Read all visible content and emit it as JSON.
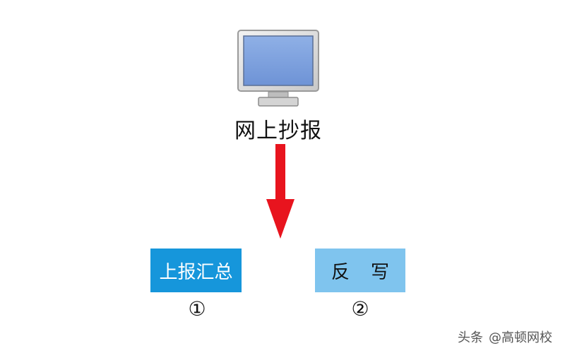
{
  "diagram": {
    "source_icon": "monitor-icon",
    "source_label": "网上抄报",
    "arrow_color": "#e8141e",
    "arrow_direction": "down",
    "options": [
      {
        "label_parts": [
          "上报汇总"
        ],
        "number": "①",
        "color": "#1696db"
      },
      {
        "label_parts": [
          "反",
          "写"
        ],
        "number": "②",
        "color": "#7fc4ee"
      }
    ]
  },
  "watermark": {
    "platform": "头条",
    "account": "@高顿网校"
  }
}
